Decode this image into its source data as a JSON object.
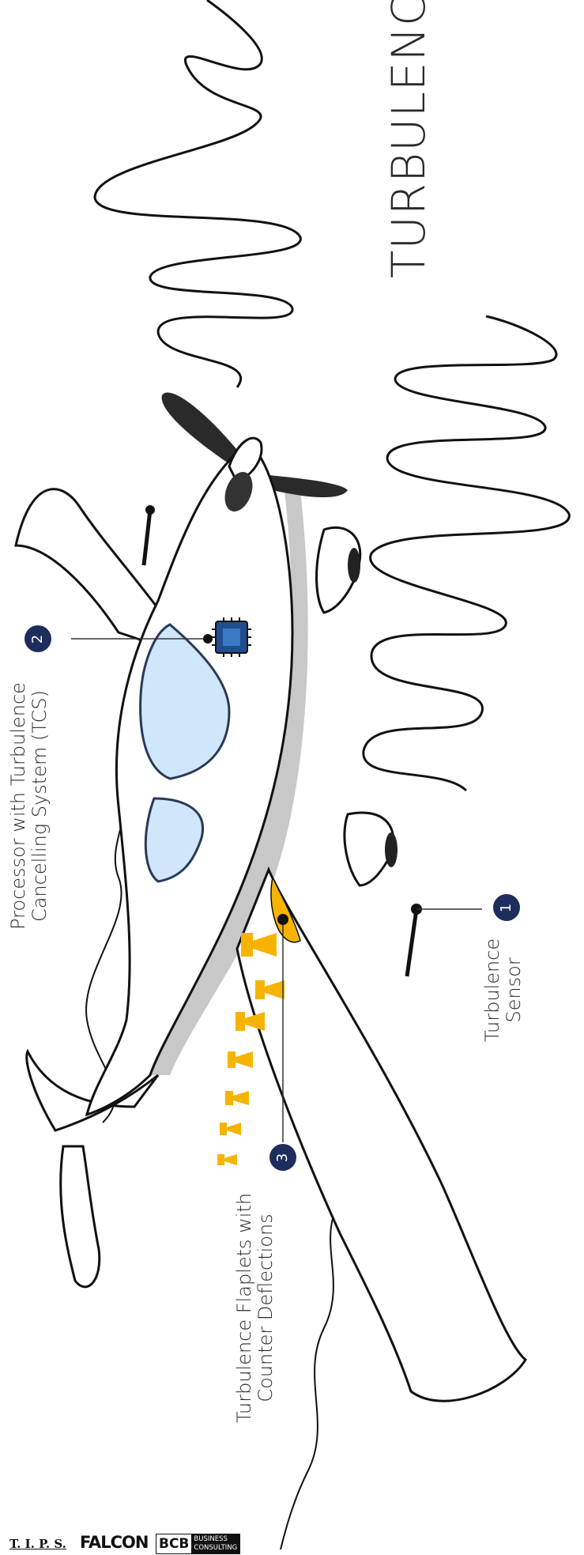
{
  "title": "TURBULENCE",
  "callouts": [
    {
      "number": "1",
      "line1": "Turbulence",
      "line2": "Sensor"
    },
    {
      "number": "2",
      "line1": "Processor with Turbulence",
      "line2": "Cancelling System (TCS)"
    },
    {
      "number": "3",
      "line1": "Turbulence Flaplets with",
      "line2": "Counter Deflections"
    }
  ],
  "logos": {
    "tips": "T. I. P. S.",
    "falcon": "FALCON",
    "bcb": "BCB",
    "bcb_sub1": "BUSINESS",
    "bcb_sub2": "CONSULTING"
  },
  "colors": {
    "badge": "#1d2d5c",
    "glass": "#cfe6fb",
    "flaplet": "#f6b400",
    "chip": "#1f4f8f",
    "shadow": "#c8c8c8"
  }
}
